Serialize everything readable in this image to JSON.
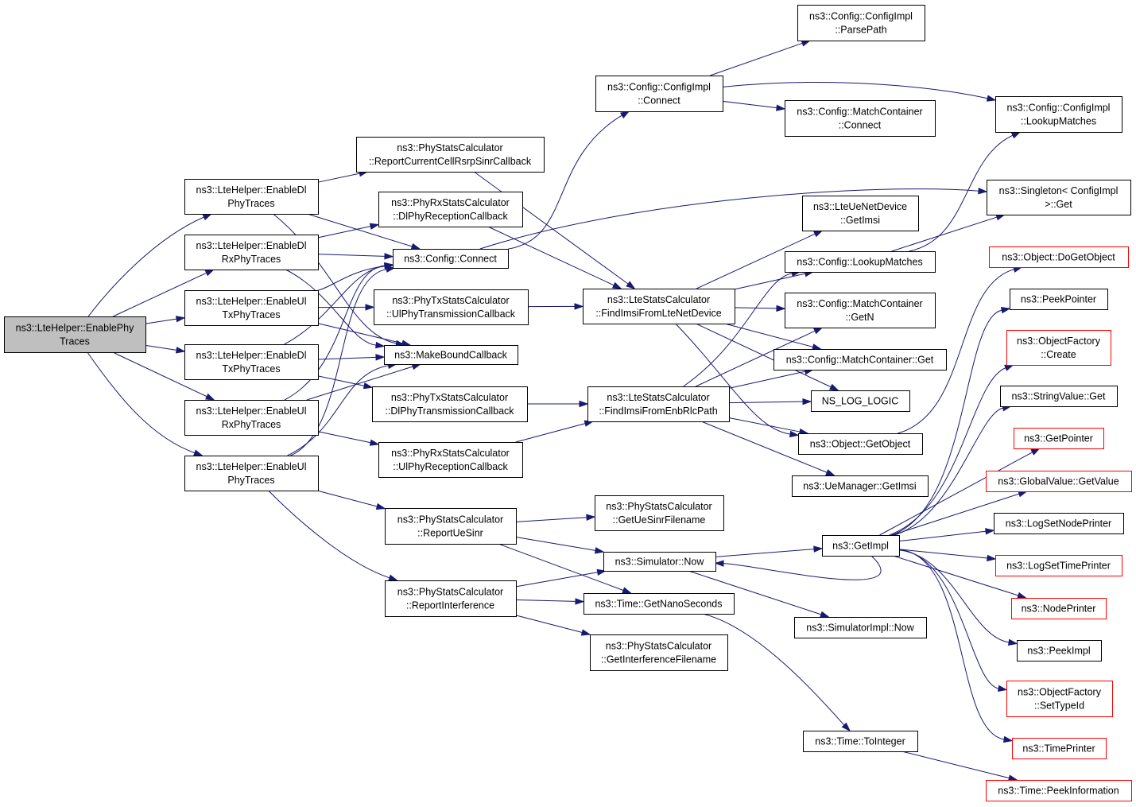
{
  "colors": {
    "edge": "#191970",
    "root_fill": "#bfbfbf",
    "node_border": "#000000",
    "truncated_border": "#ff0000"
  },
  "nodes": {
    "root": {
      "lines": [
        "ns3::LteHelper::EnablePhy",
        "Traces"
      ]
    },
    "dlPhy": {
      "lines": [
        "ns3::LteHelper::EnableDl",
        "PhyTraces"
      ]
    },
    "dlRxPhy": {
      "lines": [
        "ns3::LteHelper::EnableDl",
        "RxPhyTraces"
      ]
    },
    "ulTxPhy": {
      "lines": [
        "ns3::LteHelper::EnableUl",
        "TxPhyTraces"
      ]
    },
    "dlTxPhy": {
      "lines": [
        "ns3::LteHelper::EnableDl",
        "TxPhyTraces"
      ]
    },
    "ulRxPhy": {
      "lines": [
        "ns3::LteHelper::EnableUl",
        "RxPhyTraces"
      ]
    },
    "ulPhy": {
      "lines": [
        "ns3::LteHelper::EnableUl",
        "PhyTraces"
      ]
    },
    "rptCell": {
      "lines": [
        "ns3::PhyStatsCalculator",
        "::ReportCurrentCellRsrpSinrCallback"
      ]
    },
    "dlPhyRxCb": {
      "lines": [
        "ns3::PhyRxStatsCalculator",
        "::DlPhyReceptionCallback"
      ]
    },
    "configConnect": {
      "lines": [
        "ns3::Config::Connect"
      ]
    },
    "ulPhyTxCb": {
      "lines": [
        "ns3::PhyTxStatsCalculator",
        "::UlPhyTransmissionCallback"
      ]
    },
    "makeBound": {
      "lines": [
        "ns3::MakeBoundCallback"
      ]
    },
    "dlPhyTxCb": {
      "lines": [
        "ns3::PhyTxStatsCalculator",
        "::DlPhyTransmissionCallback"
      ]
    },
    "ulPhyRxCb": {
      "lines": [
        "ns3::PhyRxStatsCalculator",
        "::UlPhyReceptionCallback"
      ]
    },
    "rptUeSinr": {
      "lines": [
        "ns3::PhyStatsCalculator",
        "::ReportUeSinr"
      ]
    },
    "rptInterf": {
      "lines": [
        "ns3::PhyStatsCalculator",
        "::ReportInterference"
      ]
    },
    "cfgImplConnect": {
      "lines": [
        "ns3::Config::ConfigImpl",
        "::Connect"
      ]
    },
    "findLteDev": {
      "lines": [
        "ns3::LteStatsCalculator",
        "::FindImsiFromLteNetDevice"
      ]
    },
    "findEnbRlc": {
      "lines": [
        "ns3::LteStatsCalculator",
        "::FindImsiFromEnbRlcPath"
      ]
    },
    "ueSinrFile": {
      "lines": [
        "ns3::PhyStatsCalculator",
        "::GetUeSinrFilename"
      ]
    },
    "simNow": {
      "lines": [
        "ns3::Simulator::Now"
      ]
    },
    "getNano": {
      "lines": [
        "ns3::Time::GetNanoSeconds"
      ]
    },
    "interfFile": {
      "lines": [
        "ns3::PhyStatsCalculator",
        "::GetInterferenceFilename"
      ]
    },
    "parsePath": {
      "lines": [
        "ns3::Config::ConfigImpl",
        "::ParsePath"
      ]
    },
    "mcConnect": {
      "lines": [
        "ns3::Config::MatchContainer",
        "::Connect"
      ]
    },
    "ueGetImsi": {
      "lines": [
        "ns3::LteUeNetDevice",
        "::GetImsi"
      ]
    },
    "lookupMatches": {
      "lines": [
        "ns3::Config::LookupMatches"
      ]
    },
    "mcGetN": {
      "lines": [
        "ns3::Config::MatchContainer",
        "::GetN"
      ]
    },
    "mcGet": {
      "lines": [
        "ns3::Config::MatchContainer::Get"
      ]
    },
    "nsLog": {
      "lines": [
        "NS_LOG_LOGIC"
      ]
    },
    "getObject": {
      "lines": [
        "ns3::Object::GetObject"
      ]
    },
    "ueMgrImsi": {
      "lines": [
        "ns3::UeManager::GetImsi"
      ]
    },
    "getImpl": {
      "lines": [
        "ns3::GetImpl"
      ]
    },
    "simImplNow": {
      "lines": [
        "ns3::SimulatorImpl::Now"
      ]
    },
    "toInteger": {
      "lines": [
        "ns3::Time::ToInteger"
      ]
    },
    "implLookup": {
      "lines": [
        "ns3::Config::ConfigImpl",
        "::LookupMatches"
      ]
    },
    "singleton": {
      "lines": [
        "ns3::Singleton< ConfigImpl",
        ">::Get"
      ]
    },
    "doGetObject": {
      "lines": [
        "ns3::Object::DoGetObject"
      ]
    },
    "peekPointer": {
      "lines": [
        "ns3::PeekPointer"
      ]
    },
    "ofCreate": {
      "lines": [
        "ns3::ObjectFactory",
        "::Create"
      ]
    },
    "strGet": {
      "lines": [
        "ns3::StringValue::Get"
      ]
    },
    "getPointer": {
      "lines": [
        "ns3::GetPointer"
      ]
    },
    "gvGet": {
      "lines": [
        "ns3::GlobalValue::GetValue"
      ]
    },
    "logNode": {
      "lines": [
        "ns3::LogSetNodePrinter"
      ]
    },
    "logTime": {
      "lines": [
        "ns3::LogSetTimePrinter"
      ]
    },
    "nodePrinter": {
      "lines": [
        "ns3::NodePrinter"
      ]
    },
    "peekImpl": {
      "lines": [
        "ns3::PeekImpl"
      ]
    },
    "ofSetTypeId": {
      "lines": [
        "ns3::ObjectFactory",
        "::SetTypeId"
      ]
    },
    "timePrinter": {
      "lines": [
        "ns3::TimePrinter"
      ]
    },
    "peekInfo": {
      "lines": [
        "ns3::Time::PeekInformation"
      ]
    }
  }
}
